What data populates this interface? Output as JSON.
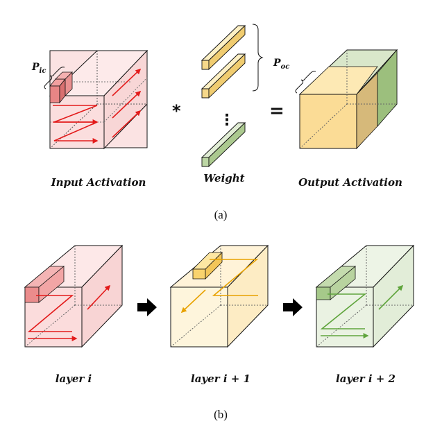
{
  "panel_a": {
    "caption": "(a)",
    "input_label": "Input Activation",
    "weight_label": "Weight",
    "output_label": "Output Activation",
    "p_ic": {
      "main": "P",
      "sub": "ic"
    },
    "p_oc": {
      "main": "P",
      "sub": "oc"
    },
    "conv_operator": "*",
    "equals_operator": "=",
    "ellipsis": "⋮"
  },
  "panel_b": {
    "caption": "(b)",
    "layers": [
      {
        "label": "layer i"
      },
      {
        "label": "layer i + 1"
      },
      {
        "label": "layer i + 2"
      }
    ]
  },
  "colors": {
    "red_fill": "#fbe0e0",
    "red_stroke": "#e31b1b",
    "yellow_fill": "#fde9ad",
    "yellow_stroke": "#e8a200",
    "green_fill": "#d4e4c3",
    "green_stroke": "#5fa43c",
    "arrow_black": "#000000"
  }
}
